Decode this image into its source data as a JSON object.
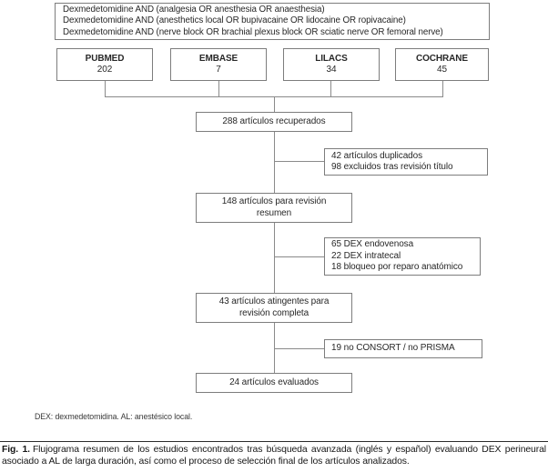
{
  "figure": {
    "search_strategy": {
      "lines": [
        "Dexmedetomidine AND (analgesia OR anesthesia OR anaesthesia)",
        "Dexmedetomidine AND (anesthetics local OR bupivacaine OR lidocaine OR ropivacaine)",
        "Dexmedetomidine AND (nerve block OR brachial plexus block OR sciatic nerve OR femoral nerve)"
      ]
    },
    "databases": [
      {
        "name": "PUBMED",
        "count": "202"
      },
      {
        "name": "EMBASE",
        "count": "7"
      },
      {
        "name": "LILACS",
        "count": "34"
      },
      {
        "name": "COCHRANE",
        "count": "45"
      }
    ],
    "nodes": {
      "retrieved": {
        "lines": [
          "288 artículos recuperados"
        ]
      },
      "excluded_after_title": {
        "lines": [
          "42 artículos duplicados",
          "98 excluidos tras revisión título"
        ]
      },
      "abstract_review": {
        "lines": [
          "148 artículos para revisión",
          "resumen"
        ]
      },
      "excluded_after_abstract": {
        "lines": [
          "65 DEX endovenosa",
          "22 DEX intratecal",
          "18 bloqueo por reparo anatómico"
        ]
      },
      "full_text_review": {
        "lines": [
          "43 artículos atingentes para",
          "revisión completa"
        ]
      },
      "excluded_reporting": {
        "lines": [
          "19 no CONSORT / no PRISMA"
        ]
      },
      "evaluated": {
        "lines": [
          "24 artículos evaluados"
        ]
      }
    },
    "footnote": "DEX: dexmedetomidina. AL: anestésico local.",
    "caption_label": "Fig. 1.",
    "caption_text": "Flujograma resumen de los estudios encontrados tras búsqueda avanzada (inglés y español) evaluando DEX perineural asociado a AL de larga duración, así como el proceso de selección final de los artículos analizados.",
    "colors": {
      "background": "#ffffff",
      "box_border": "#7d7d7d",
      "connector_line": "#8a8a8a",
      "text": "#282828"
    }
  }
}
